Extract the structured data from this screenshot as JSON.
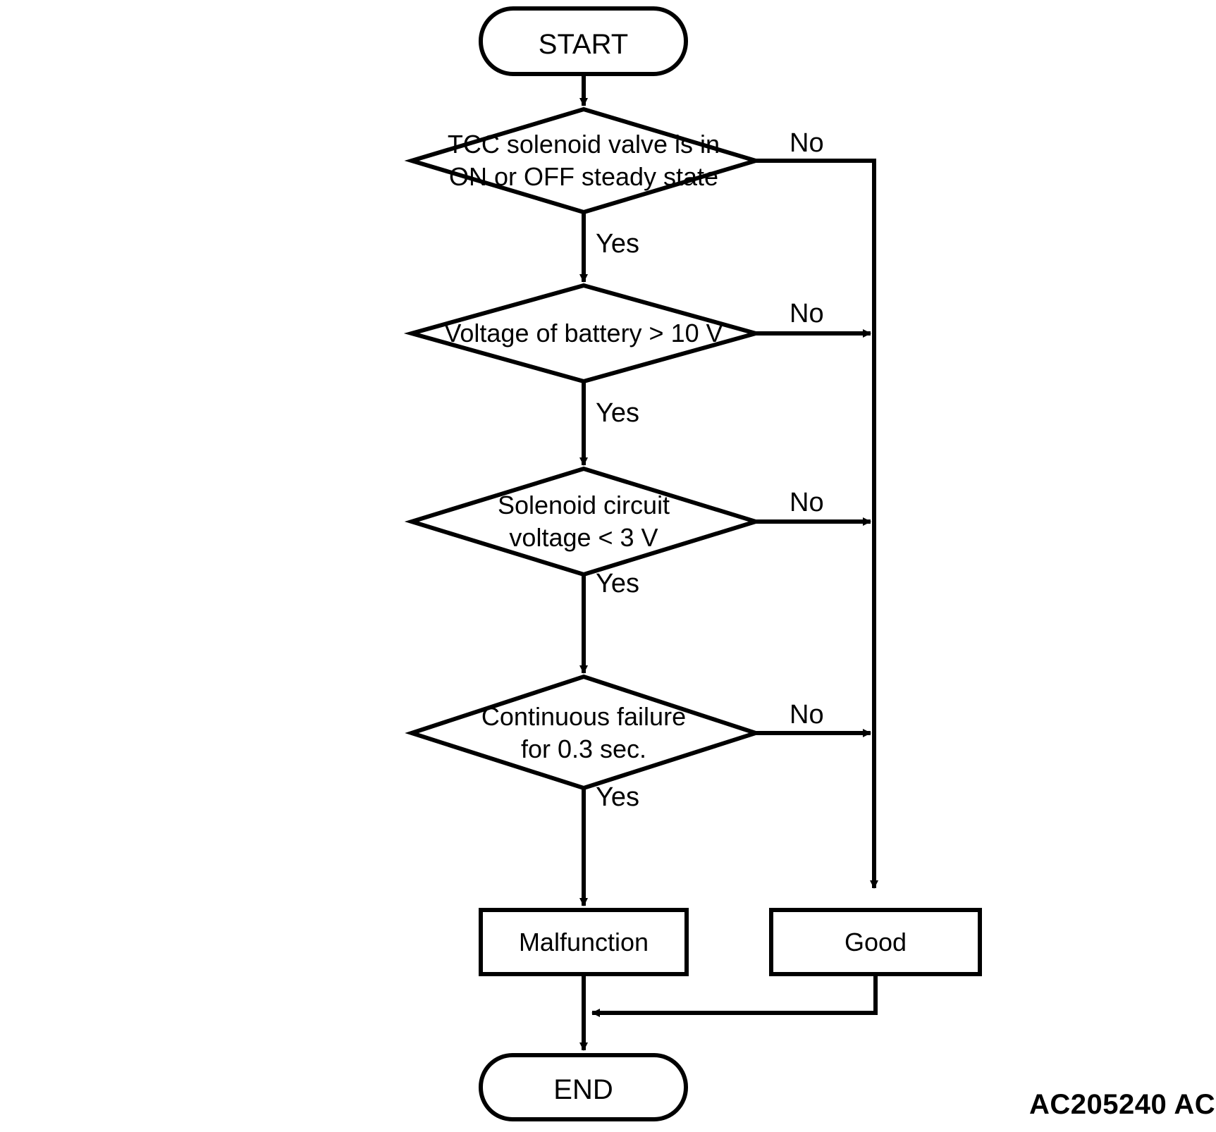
{
  "diagram": {
    "type": "flowchart",
    "title": "TCC solenoid valve circuit diagnosis logic flow",
    "figure_code": "AC205240 AC",
    "colors": {
      "stroke": "#000000",
      "fill": "#ffffff",
      "text": "#000000"
    },
    "nodes": {
      "start": {
        "label": "START",
        "shape": "terminal"
      },
      "decision1": {
        "label": "TCC solenoid valve is in\nON or OFF steady state",
        "shape": "decision"
      },
      "decision2": {
        "label": "Voltage of battery > 10 V",
        "shape": "decision"
      },
      "decision3": {
        "label": "Solenoid circuit\nvoltage < 3 V",
        "shape": "decision"
      },
      "decision4": {
        "label": "Continuous failure\nfor 0.3 sec.",
        "shape": "decision"
      },
      "malfunction": {
        "label": "Malfunction",
        "shape": "process"
      },
      "good": {
        "label": "Good",
        "shape": "process"
      },
      "end": {
        "label": "END",
        "shape": "terminal"
      }
    },
    "edge_labels": {
      "d1_no": "No",
      "d1_yes": "Yes",
      "d2_no": "No",
      "d2_yes": "Yes",
      "d3_no": "No",
      "d3_yes": "Yes",
      "d4_no": "No",
      "d4_yes": "Yes"
    }
  }
}
